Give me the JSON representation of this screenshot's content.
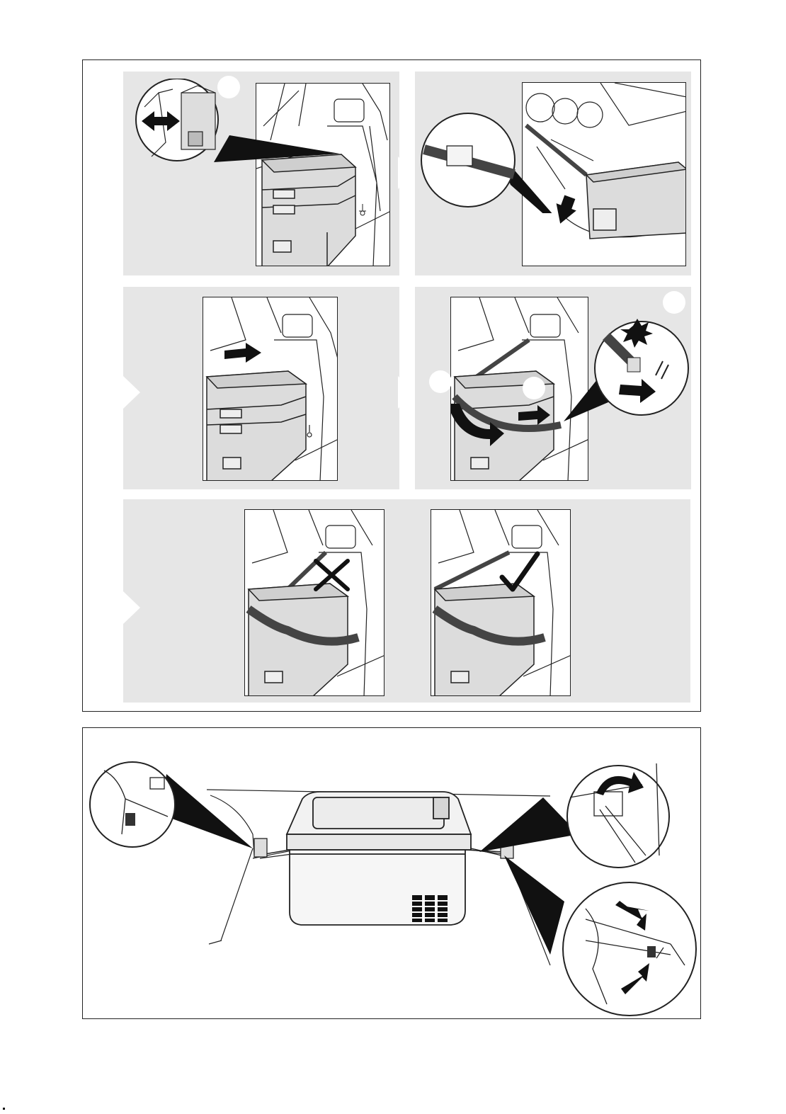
{
  "document": {
    "type": "installation-instructions-illustrations",
    "figure_count": 2
  },
  "figure_top": {
    "steps": [
      {
        "id": "step-1",
        "description_icons": [
          "double-arrow-icon",
          "zoom-callout-icon"
        ]
      },
      {
        "id": "step-2",
        "description_icons": [
          "up-arrow-icon",
          "strap-clip-callout-icon"
        ]
      },
      {
        "id": "step-3",
        "description_icons": [
          "right-arrow-icon"
        ]
      },
      {
        "id": "step-4",
        "description_icons": [
          "curved-arrow-icon",
          "right-arrow-icon",
          "buckle-click-callout-icon"
        ]
      },
      {
        "id": "step-5",
        "description_icons": [
          "wrong-cross-icon",
          "correct-check-icon"
        ]
      }
    ]
  },
  "figure_bottom": {
    "description_icons": [
      "anchor-callout-left-icon",
      "rotate-arrow-callout-icon",
      "press-arrows-callout-icon"
    ]
  },
  "colors": {
    "panel_bg": "#e6e6e6",
    "line": "#222222",
    "box_fill": "#dcdcdc",
    "strap": "#555555",
    "arrow": "#111111"
  }
}
